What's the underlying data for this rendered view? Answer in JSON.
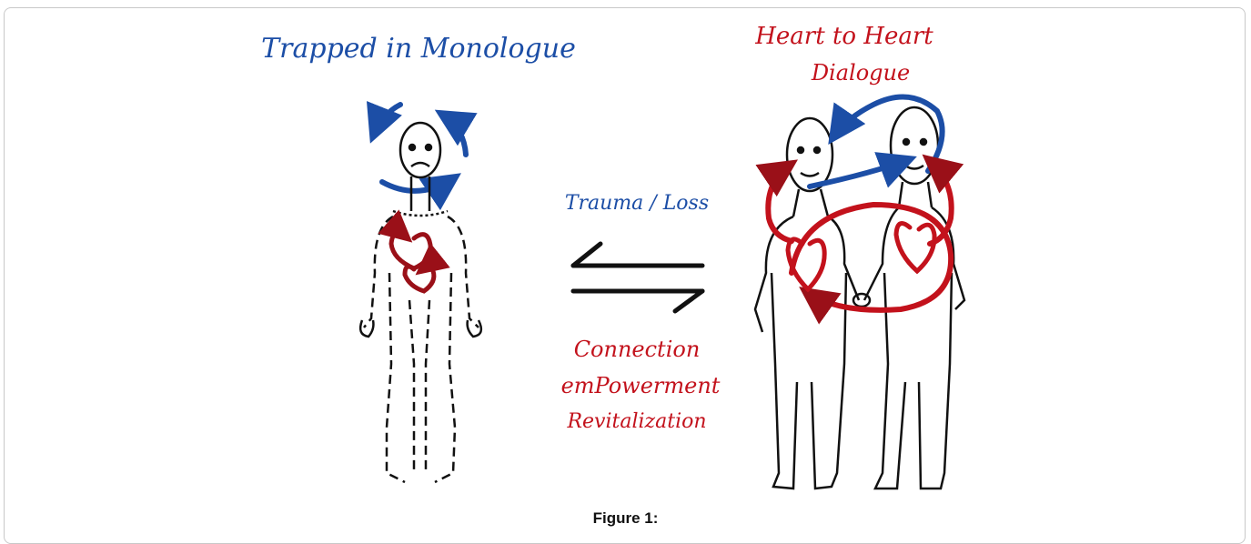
{
  "left_panel": {
    "title": "Trapped in Monologue"
  },
  "right_panel": {
    "title_line1": "Heart to Heart",
    "title_line2": "Dialogue"
  },
  "center": {
    "top_label": "Trauma / Loss",
    "outcomes": [
      "Connection",
      "emPowerment",
      "Revitalization"
    ]
  },
  "caption": "Figure 1:",
  "colors": {
    "blue": "#1c4ea6",
    "red": "#c3121c",
    "ink": "#111111"
  }
}
